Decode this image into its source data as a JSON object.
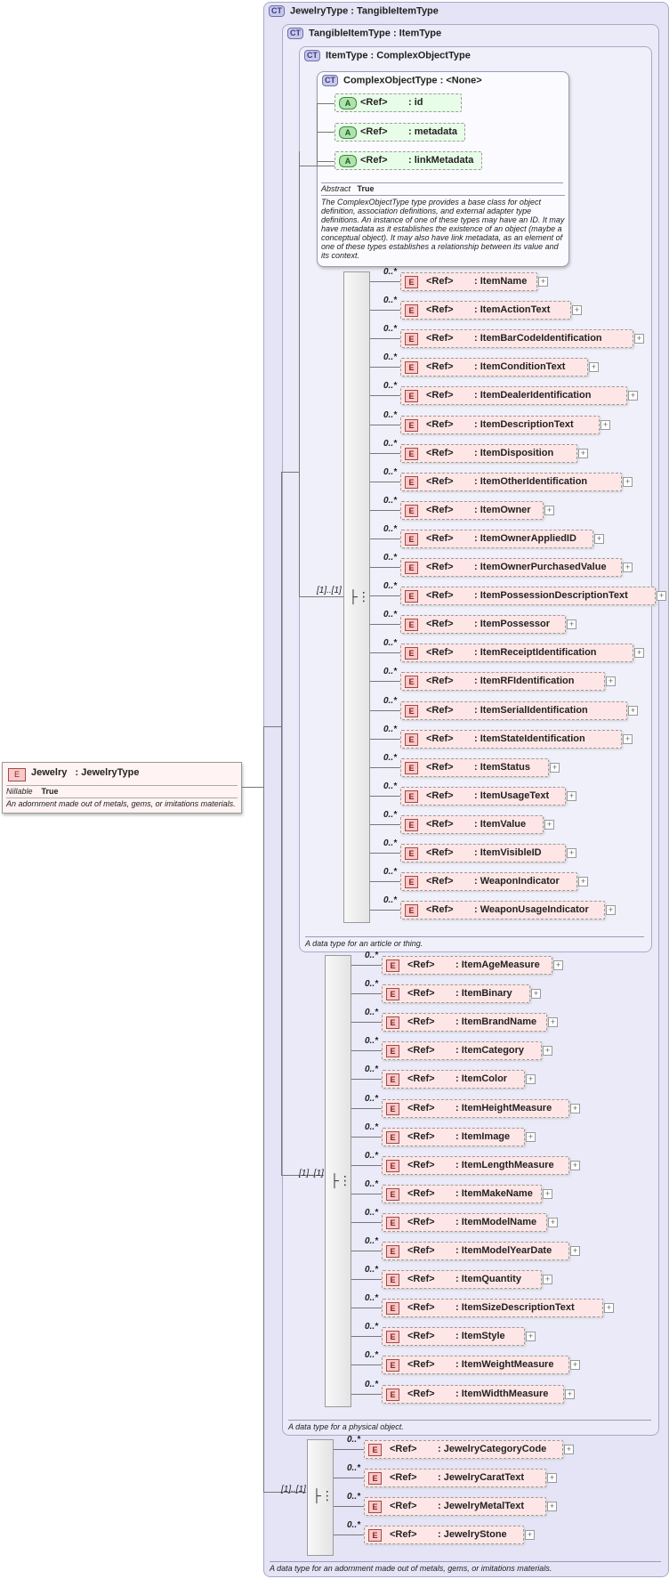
{
  "root": {
    "badge": "E",
    "name": "Jewelry",
    "type": "JewelryType",
    "nillable_label": "Nillable",
    "nillable_value": "True",
    "doc": "An adornment made out of metals, gems, or imitations materials."
  },
  "ct_badge": "CT",
  "ref_label": "<Ref>",
  "jewelry_type": {
    "title": "JewelryType",
    "base": "TangibleItemType",
    "doc": "A data type for an adornment made out of metals, gems, or imitations materials."
  },
  "tangible_type": {
    "title": "TangibleItemType",
    "base": "ItemType",
    "doc": "A data type for a physical object."
  },
  "item_type": {
    "title": "ItemType",
    "base": "ComplexObjectType",
    "doc": "A data type for an article or thing."
  },
  "complex_type": {
    "title": "ComplexObjectType",
    "base": "<None>",
    "attributes": [
      {
        "badge": "A",
        "name": "id"
      },
      {
        "badge": "A",
        "name": "metadata"
      },
      {
        "badge": "A",
        "name": "linkMetadata"
      }
    ],
    "abstract_label": "Abstract",
    "abstract_value": "True",
    "doc": "The ComplexObjectType type provides a base class for object definition, association definitions, and external adapter type definitions. An instance of one of these types may have an ID. It may have metadata as it establishes the existence of an object (maybe a conceptual object). It may also have link metadata, as an element of one of these types establishes a relationship between its value and its context."
  },
  "seq_multiplicity": "[1]..[1]",
  "element_multiplicity": "0..*",
  "item_elements": [
    "ItemName",
    "ItemActionText",
    "ItemBarCodeIdentification",
    "ItemConditionText",
    "ItemDealerIdentification",
    "ItemDescriptionText",
    "ItemDisposition",
    "ItemOtherIdentification",
    "ItemOwner",
    "ItemOwnerAppliedID",
    "ItemOwnerPurchasedValue",
    "ItemPossessionDescriptionText",
    "ItemPossessor",
    "ItemReceiptIdentification",
    "ItemRFIdentification",
    "ItemSerialIdentification",
    "ItemStateIdentification",
    "ItemStatus",
    "ItemUsageText",
    "ItemValue",
    "ItemVisibleID",
    "WeaponIndicator",
    "WeaponUsageIndicator"
  ],
  "tangible_elements": [
    "ItemAgeMeasure",
    "ItemBinary",
    "ItemBrandName",
    "ItemCategory",
    "ItemColor",
    "ItemHeightMeasure",
    "ItemImage",
    "ItemLengthMeasure",
    "ItemMakeName",
    "ItemModelName",
    "ItemModelYearDate",
    "ItemQuantity",
    "ItemSizeDescriptionText",
    "ItemStyle",
    "ItemWeightMeasure",
    "ItemWidthMeasure"
  ],
  "jewelry_elements": [
    "JewelryCategoryCode",
    "JewelryCaratText",
    "JewelryMetalText",
    "JewelryStone"
  ]
}
